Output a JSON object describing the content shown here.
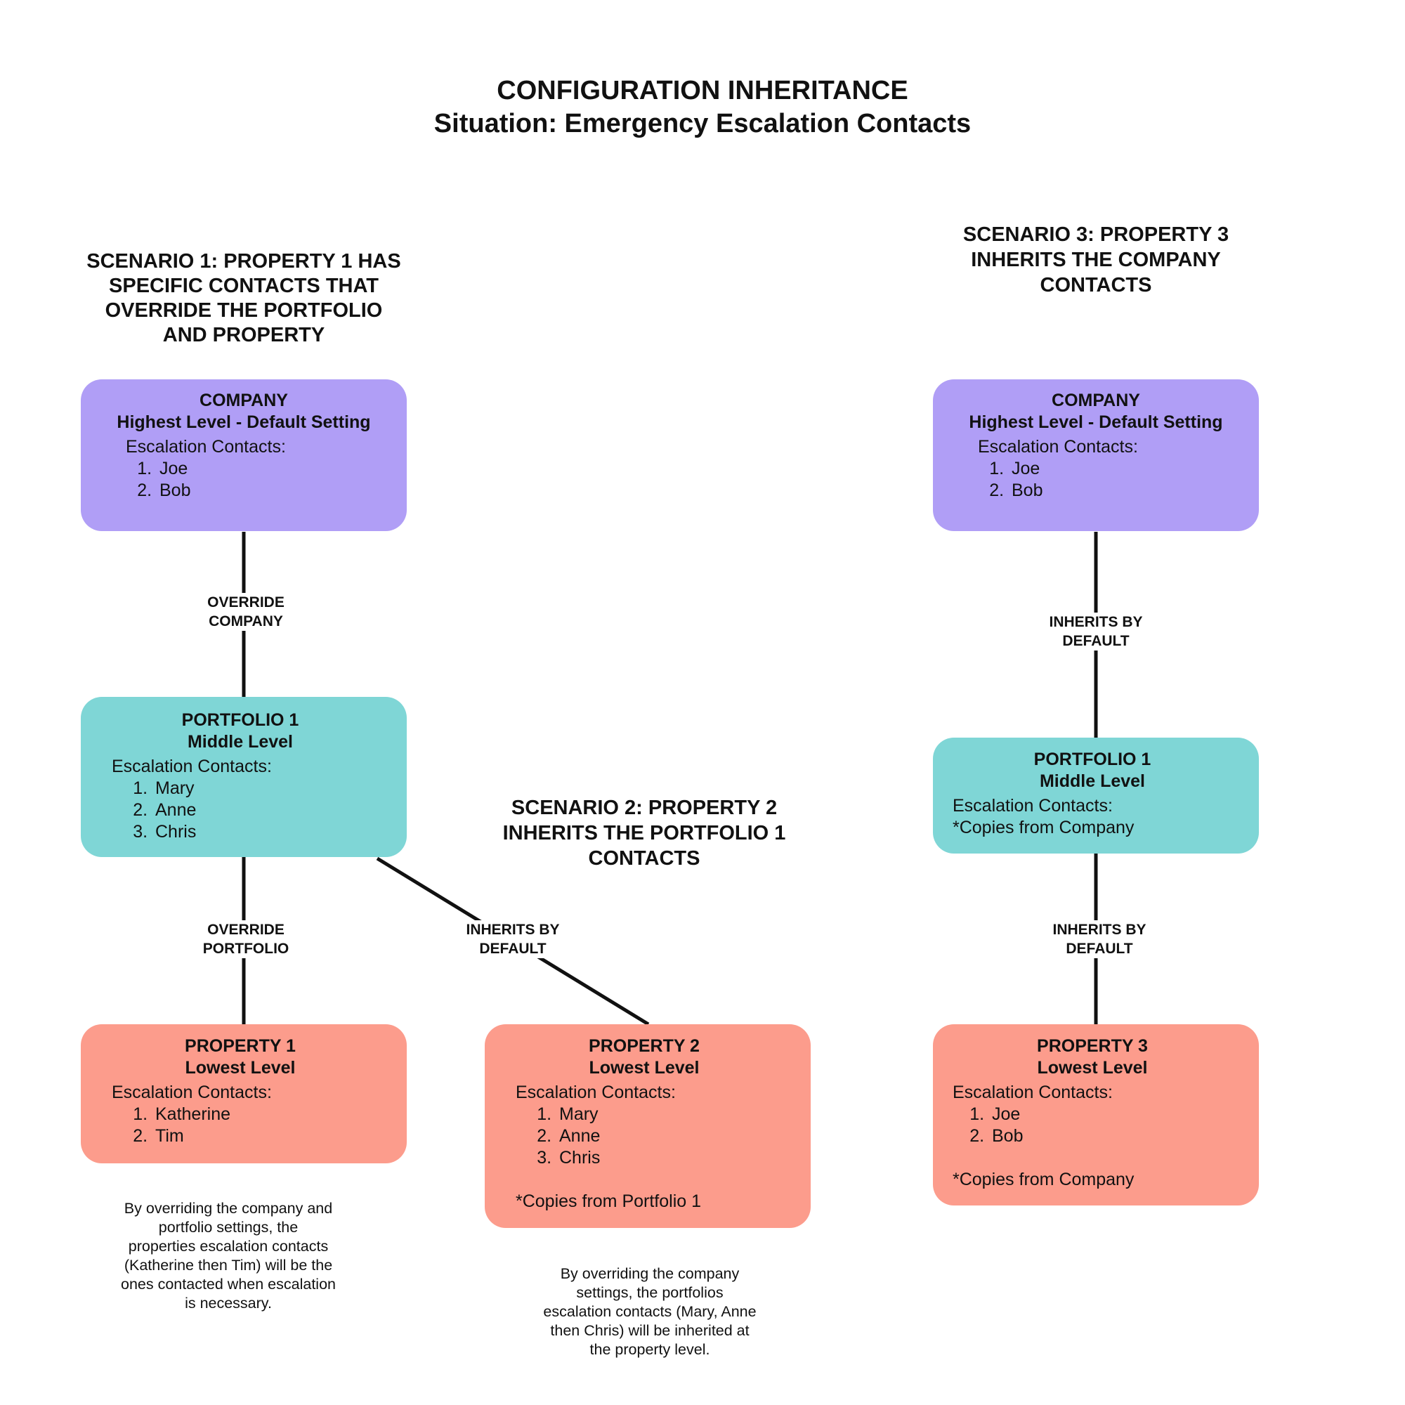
{
  "header": {
    "title": "CONFIGURATION INHERITANCE",
    "subtitle": "Situation: Emergency Escalation Contacts"
  },
  "scenario1": {
    "heading": [
      "SCENARIO 1: PROPERTY 1 HAS",
      "SPECIFIC CONTACTS THAT",
      "OVERRIDE THE PORTFOLIO",
      "AND PROPERTY"
    ],
    "company": {
      "title": "COMPANY",
      "level": "Highest Level - Default Setting",
      "label": "Escalation Contacts:",
      "contacts": [
        "Joe",
        "Bob"
      ]
    },
    "link_company_portfolio": [
      "OVERRIDE",
      "COMPANY"
    ],
    "portfolio": {
      "title": "PORTFOLIO 1",
      "level": "Middle Level",
      "label": "Escalation Contacts:",
      "contacts": [
        "Mary",
        "Anne",
        "Chris"
      ]
    },
    "link_portfolio_property": [
      "OVERRIDE",
      "PORTFOLIO"
    ],
    "property": {
      "title": "PROPERTY 1",
      "level": "Lowest Level",
      "label": "Escalation Contacts:",
      "contacts": [
        "Katherine",
        "Tim"
      ]
    },
    "note": [
      "By overriding the company and",
      "portfolio settings, the",
      "properties escalation contacts",
      "(Katherine then Tim) will be the",
      "ones contacted when escalation",
      "is necessary."
    ]
  },
  "scenario2": {
    "heading": [
      "SCENARIO 2: PROPERTY 2",
      "INHERITS THE PORTFOLIO 1",
      "CONTACTS"
    ],
    "link_portfolio_property": [
      "INHERITS BY",
      "DEFAULT"
    ],
    "property": {
      "title": "PROPERTY 2",
      "level": "Lowest Level",
      "label": "Escalation Contacts:",
      "contacts": [
        "Mary",
        "Anne",
        "Chris"
      ],
      "footnote": "*Copies from Portfolio 1"
    },
    "note": [
      "By overriding the company",
      "settings, the portfolios",
      "escalation contacts (Mary, Anne",
      "then Chris) will be inherited at",
      "the property level."
    ]
  },
  "scenario3": {
    "heading": [
      "SCENARIO 3: PROPERTY 3",
      "INHERITS THE COMPANY",
      "CONTACTS"
    ],
    "company": {
      "title": "COMPANY",
      "level": "Highest Level - Default Setting",
      "label": "Escalation Contacts:",
      "contacts": [
        "Joe",
        "Bob"
      ]
    },
    "link_company_portfolio": [
      "INHERITS BY",
      "DEFAULT"
    ],
    "portfolio": {
      "title": "PORTFOLIO 1",
      "level": "Middle Level",
      "label": "Escalation Contacts:",
      "note": "*Copies from Company"
    },
    "link_portfolio_property": [
      "INHERITS BY",
      "DEFAULT"
    ],
    "property": {
      "title": "PROPERTY 3",
      "level": "Lowest Level",
      "label": "Escalation Contacts:",
      "contacts": [
        "Joe",
        "Bob"
      ],
      "footnote": "*Copies from Company"
    }
  },
  "colors": {
    "company": "#b09ef6",
    "portfolio": "#7fd6d6",
    "property": "#fc9c8c"
  }
}
